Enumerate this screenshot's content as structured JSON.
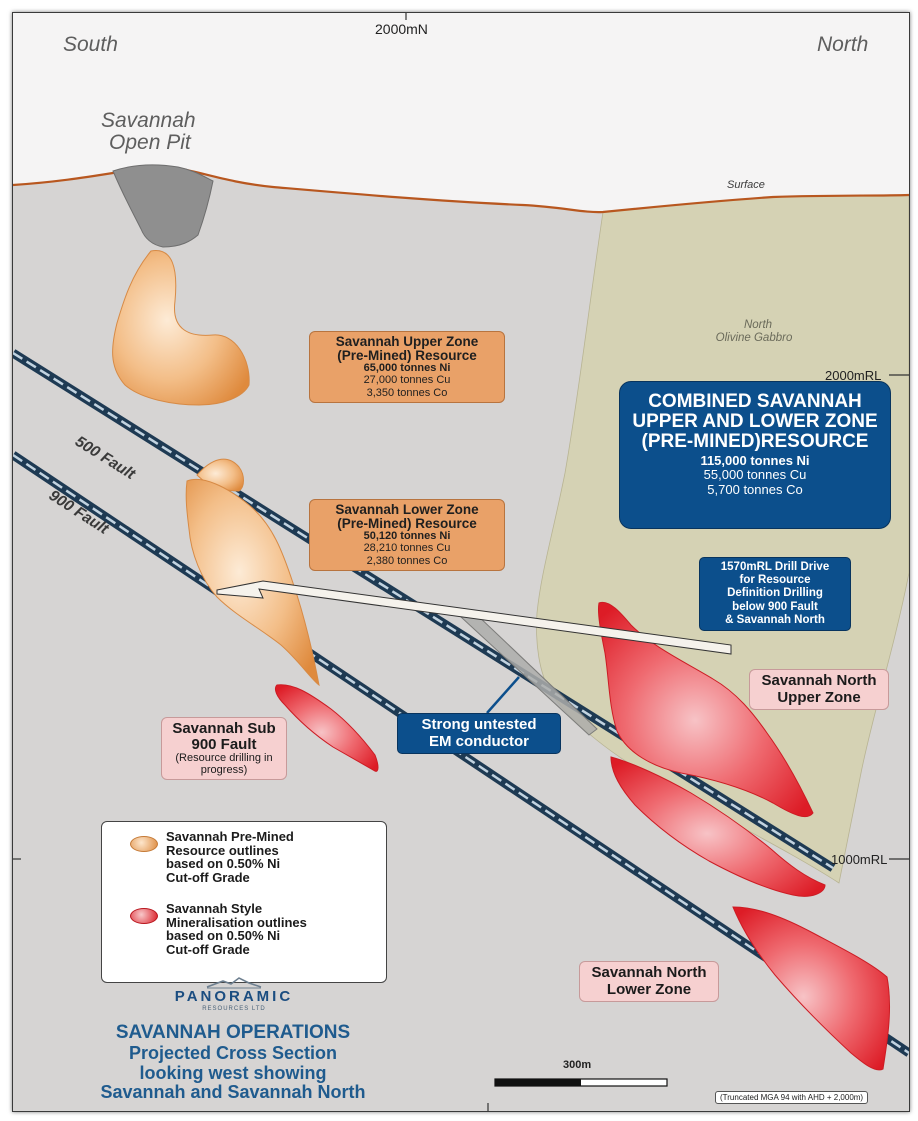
{
  "top_grid_label": "2000mN",
  "south_label": "South",
  "north_label": "North",
  "open_pit_label": [
    "Savannah",
    "Open Pit"
  ],
  "surface_label": "Surface",
  "gabbro_label": [
    "North",
    "Olivine Gabbro"
  ],
  "rl_2000": "2000mRL",
  "rl_1000": "1000mRL",
  "fault_500": "500 Fault",
  "fault_900": "900 Fault",
  "upper_zone": {
    "title_1": "Savannah Upper Zone",
    "title_2": "(Pre-Mined) Resource",
    "ni": "65,000 tonnes Ni",
    "cu": "27,000 tonnes Cu",
    "co": "3,350 tonnes Co"
  },
  "lower_zone": {
    "title_1": "Savannah Lower Zone",
    "title_2": "(Pre-Mined) Resource",
    "ni": "50,120 tonnes Ni",
    "cu": "28,210 tonnes Cu",
    "co": "2,380 tonnes Co"
  },
  "combined": {
    "line_1": "COMBINED SAVANNAH",
    "line_2": "UPPER AND LOWER ZONE",
    "line_3": "(PRE-MINED)RESOURCE",
    "ni": "115,000 tonnes Ni",
    "cu": "55,000 tonnes Cu",
    "co": "5,700 tonnes Co"
  },
  "drill_drive": [
    "1570mRL Drill Drive",
    "for Resource",
    "Definition Drilling",
    "below 900 Fault",
    "& Savannah North"
  ],
  "em_conductor": [
    "Strong untested",
    "EM conductor"
  ],
  "north_upper": [
    "Savannah North",
    "Upper Zone"
  ],
  "north_lower": [
    "Savannah North",
    "Lower Zone"
  ],
  "sub_900": {
    "line_1": "Savannah Sub",
    "line_2": "900 Fault",
    "note_1": "(Resource drilling in",
    "note_2": "progress)"
  },
  "legend": {
    "orange": [
      "Savannah Pre-Mined",
      "Resource outlines",
      "based on 0.50% Ni",
      "Cut-off Grade"
    ],
    "red": [
      "Savannah Style",
      "Mineralisation outlines",
      "based on 0.50% Ni",
      "Cut-off Grade"
    ]
  },
  "logo": {
    "name": "PANORAMIC",
    "sub": "RESOURCES LTD"
  },
  "title": {
    "line_1": "SAVANNAH OPERATIONS",
    "line_2": "Projected Cross Section",
    "line_3": "looking west showing",
    "line_4": "Savannah and Savannah North"
  },
  "scale_label": "300m",
  "datum_note": "(Truncated MGA 94 with AHD + 2,000m)",
  "colors": {
    "sky": "#f5f4f4",
    "ground": "#d6d4d3",
    "gabbro": "#d5d2b4",
    "surface_line": "#b8571f",
    "orange_box": "#e9a168",
    "blue_box": "#0c4f8c",
    "pink_box": "#f6d0d0",
    "title_blue": "#1f5b8e",
    "ore_red": "#e5202a"
  }
}
